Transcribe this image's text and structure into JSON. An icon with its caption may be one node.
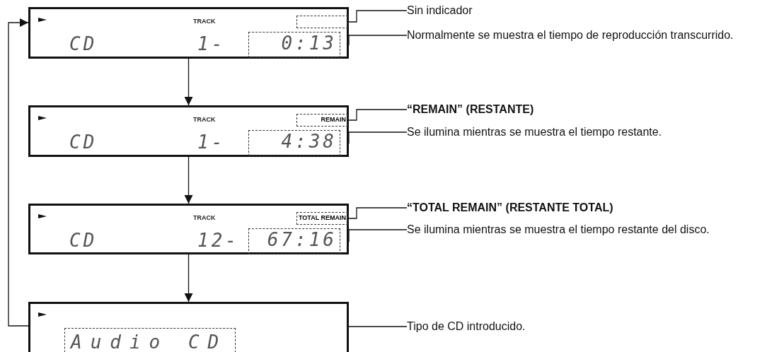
{
  "diagram": {
    "nodes": [
      {
        "text": [
          "TRACK",
          "CD",
          "1-"
        ]
      },
      {
        "text": [],
        "shape": "box",
        "in": 0
      },
      {
        "text": [
          "0:13"
        ],
        "in": 0
      },
      {
        "text": [
          "Sin indicador"
        ]
      },
      {
        "text": [
          "Normalmente se muestra el tiempo de reproducción transcurrido."
        ]
      },
      {
        "text": [
          "TRACK",
          "CD",
          "1-"
        ]
      },
      {
        "text": [
          "REMAIN"
        ],
        "in": 5
      },
      {
        "text": [
          "4:38"
        ],
        "in": 5
      },
      {
        "text": [
          "“REMAIN” (RESTANTE)"
        ]
      },
      {
        "text": [
          "Se ilumina mientras se muestra el tiempo restante."
        ]
      },
      {
        "text": [
          "TRACK",
          "CD",
          "12-"
        ]
      },
      {
        "text": [
          "TOTAL REMAIN"
        ],
        "in": 10
      },
      {
        "text": [
          "67:16"
        ],
        "in": 10
      },
      {
        "text": [
          "“TOTAL REMAIN” (RESTANTE TOTAL)"
        ]
      },
      {
        "text": [
          "Se ilumina mientras se muestra el tiempo restante del disco."
        ]
      },
      {
        "text": [],
        "shape": "box"
      },
      {
        "text": [
          "Audio CD"
        ],
        "in": 15
      },
      {
        "text": [
          "Tipo de CD introducido."
        ]
      }
    ],
    "edges": [
      {
        "from": 0,
        "to": 5,
        "arrow": "to"
      },
      {
        "from": 5,
        "to": 10,
        "arrow": "to"
      },
      {
        "from": 10,
        "to": 15,
        "arrow": "to"
      },
      {
        "from": 15,
        "to": 0,
        "arrow": "to"
      },
      {
        "from": 3,
        "to": 1,
        "arrow": "none"
      },
      {
        "from": 4,
        "to": 2,
        "arrow": "none"
      },
      {
        "from": 8,
        "to": 6,
        "arrow": "none"
      },
      {
        "from": 9,
        "to": 7,
        "arrow": "none"
      },
      {
        "from": 13,
        "to": 11,
        "arrow": "none"
      },
      {
        "from": 14,
        "to": 12,
        "arrow": "none"
      },
      {
        "from": 17,
        "to": 16,
        "arrow": "none"
      }
    ]
  }
}
